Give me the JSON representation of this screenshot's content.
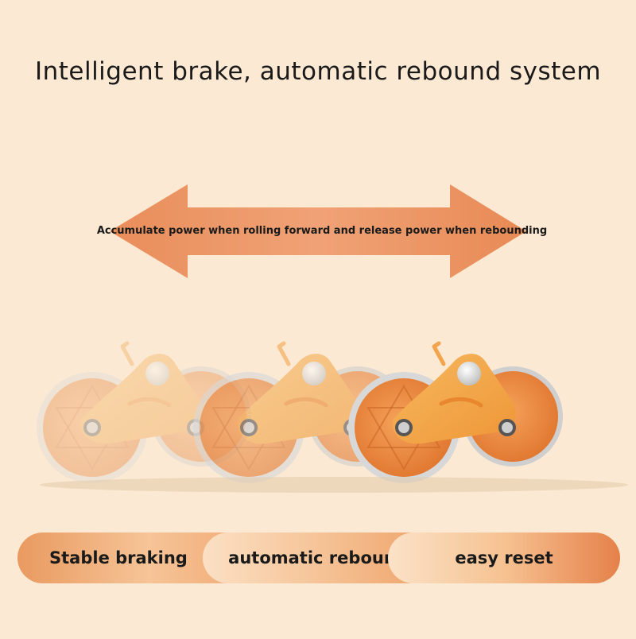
{
  "headline": "Intelligent brake, automatic rebound system",
  "arrow": {
    "caption": "Accumulate power when rolling forward and release power when rebounding",
    "color": "#ec9361"
  },
  "features": [
    {
      "label": "Stable braking"
    },
    {
      "label": "automatic rebound"
    },
    {
      "label": "easy reset"
    }
  ],
  "colors": {
    "background": "#fbe9d3",
    "product_orange": "#f2a54e",
    "wheel_orange": "#ec8e44"
  },
  "product": {
    "icon": "ab-roller-wheel-icon",
    "ghost_count": 2
  }
}
